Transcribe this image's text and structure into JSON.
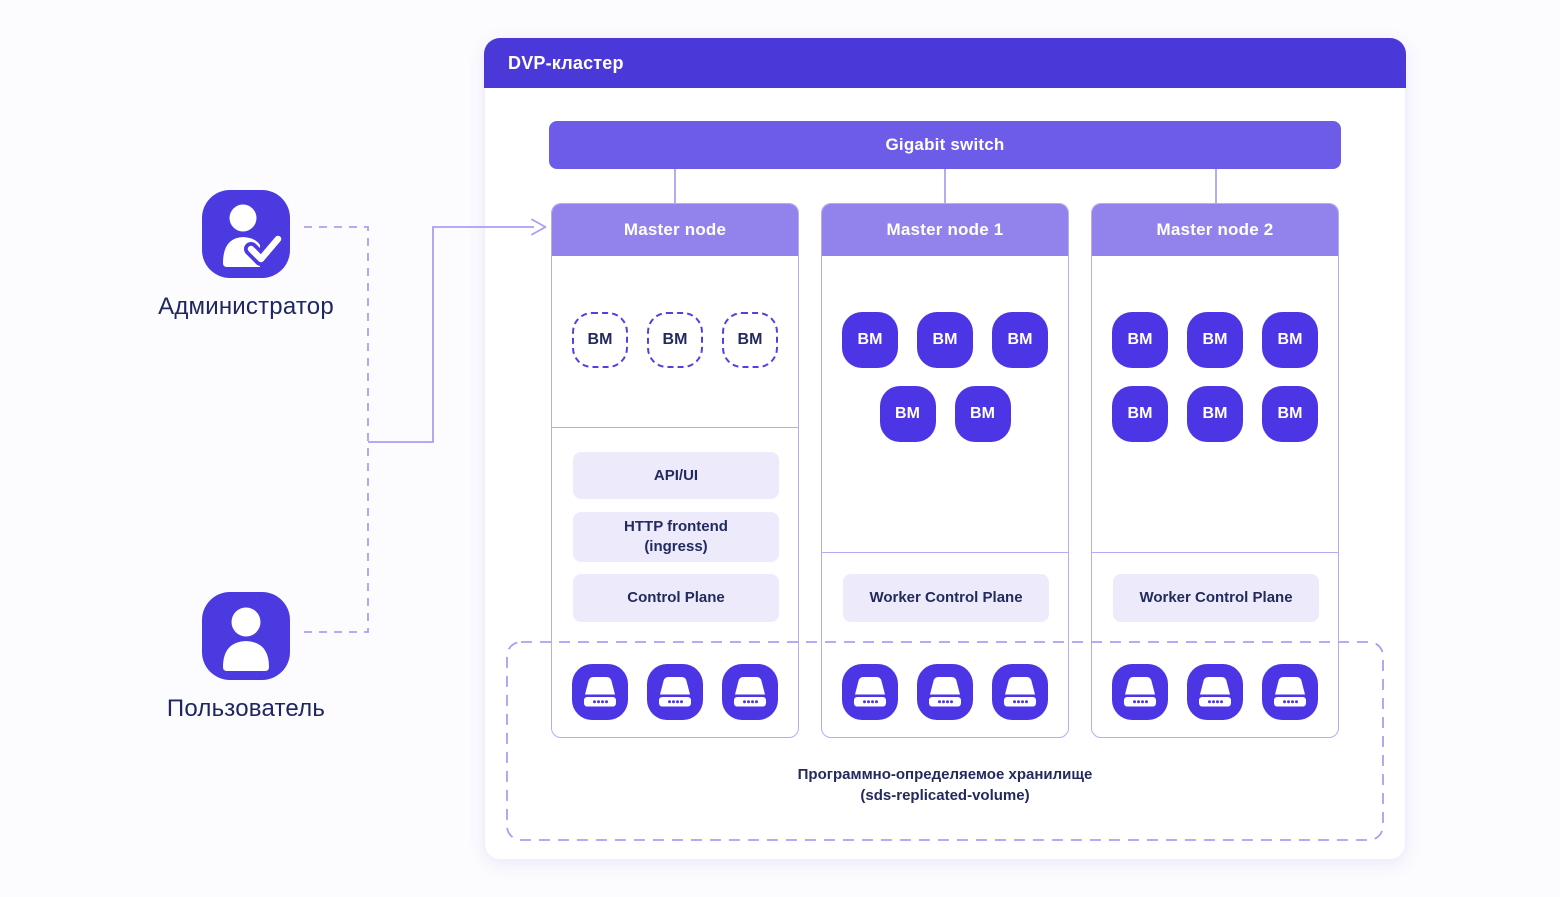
{
  "colors": {
    "header_bar": "#4b38d8",
    "switch_bar": "#6d5ce8",
    "column_header": "#9283ec",
    "vm_solid": "#4c35e4",
    "line_light": "#b6abf2",
    "line_dashed": "#a99ef4",
    "service_bg": "#edebfb",
    "text_dark": "#232a5e",
    "actor_icon": "#4a3ae0"
  },
  "actors": [
    {
      "label": "Администратор",
      "icon": "admin-user-check-icon"
    },
    {
      "label": "Пользователь",
      "icon": "user-icon"
    }
  ],
  "cluster": {
    "title": "DVP-кластер",
    "switch_label": "Gigabit switch",
    "vm_label": "ВМ",
    "columns": [
      {
        "title": "Master node",
        "vms": {
          "style": "dashed",
          "rows": [
            3
          ]
        },
        "services": [
          "API/UI",
          "HTTP frontend\n(ingress)",
          "Control Plane"
        ],
        "disks": 3
      },
      {
        "title": "Master node 1",
        "vms": {
          "style": "solid",
          "rows": [
            3,
            2
          ]
        },
        "services": [
          "Worker Control Plane"
        ],
        "disks": 3
      },
      {
        "title": "Master node 2",
        "vms": {
          "style": "solid",
          "rows": [
            3,
            3
          ]
        },
        "services": [
          "Worker Control Plane"
        ],
        "disks": 3
      }
    ],
    "storage": {
      "line1": "Программно-определяемое хранилище",
      "line2": "(sds-replicated-volume)"
    }
  }
}
